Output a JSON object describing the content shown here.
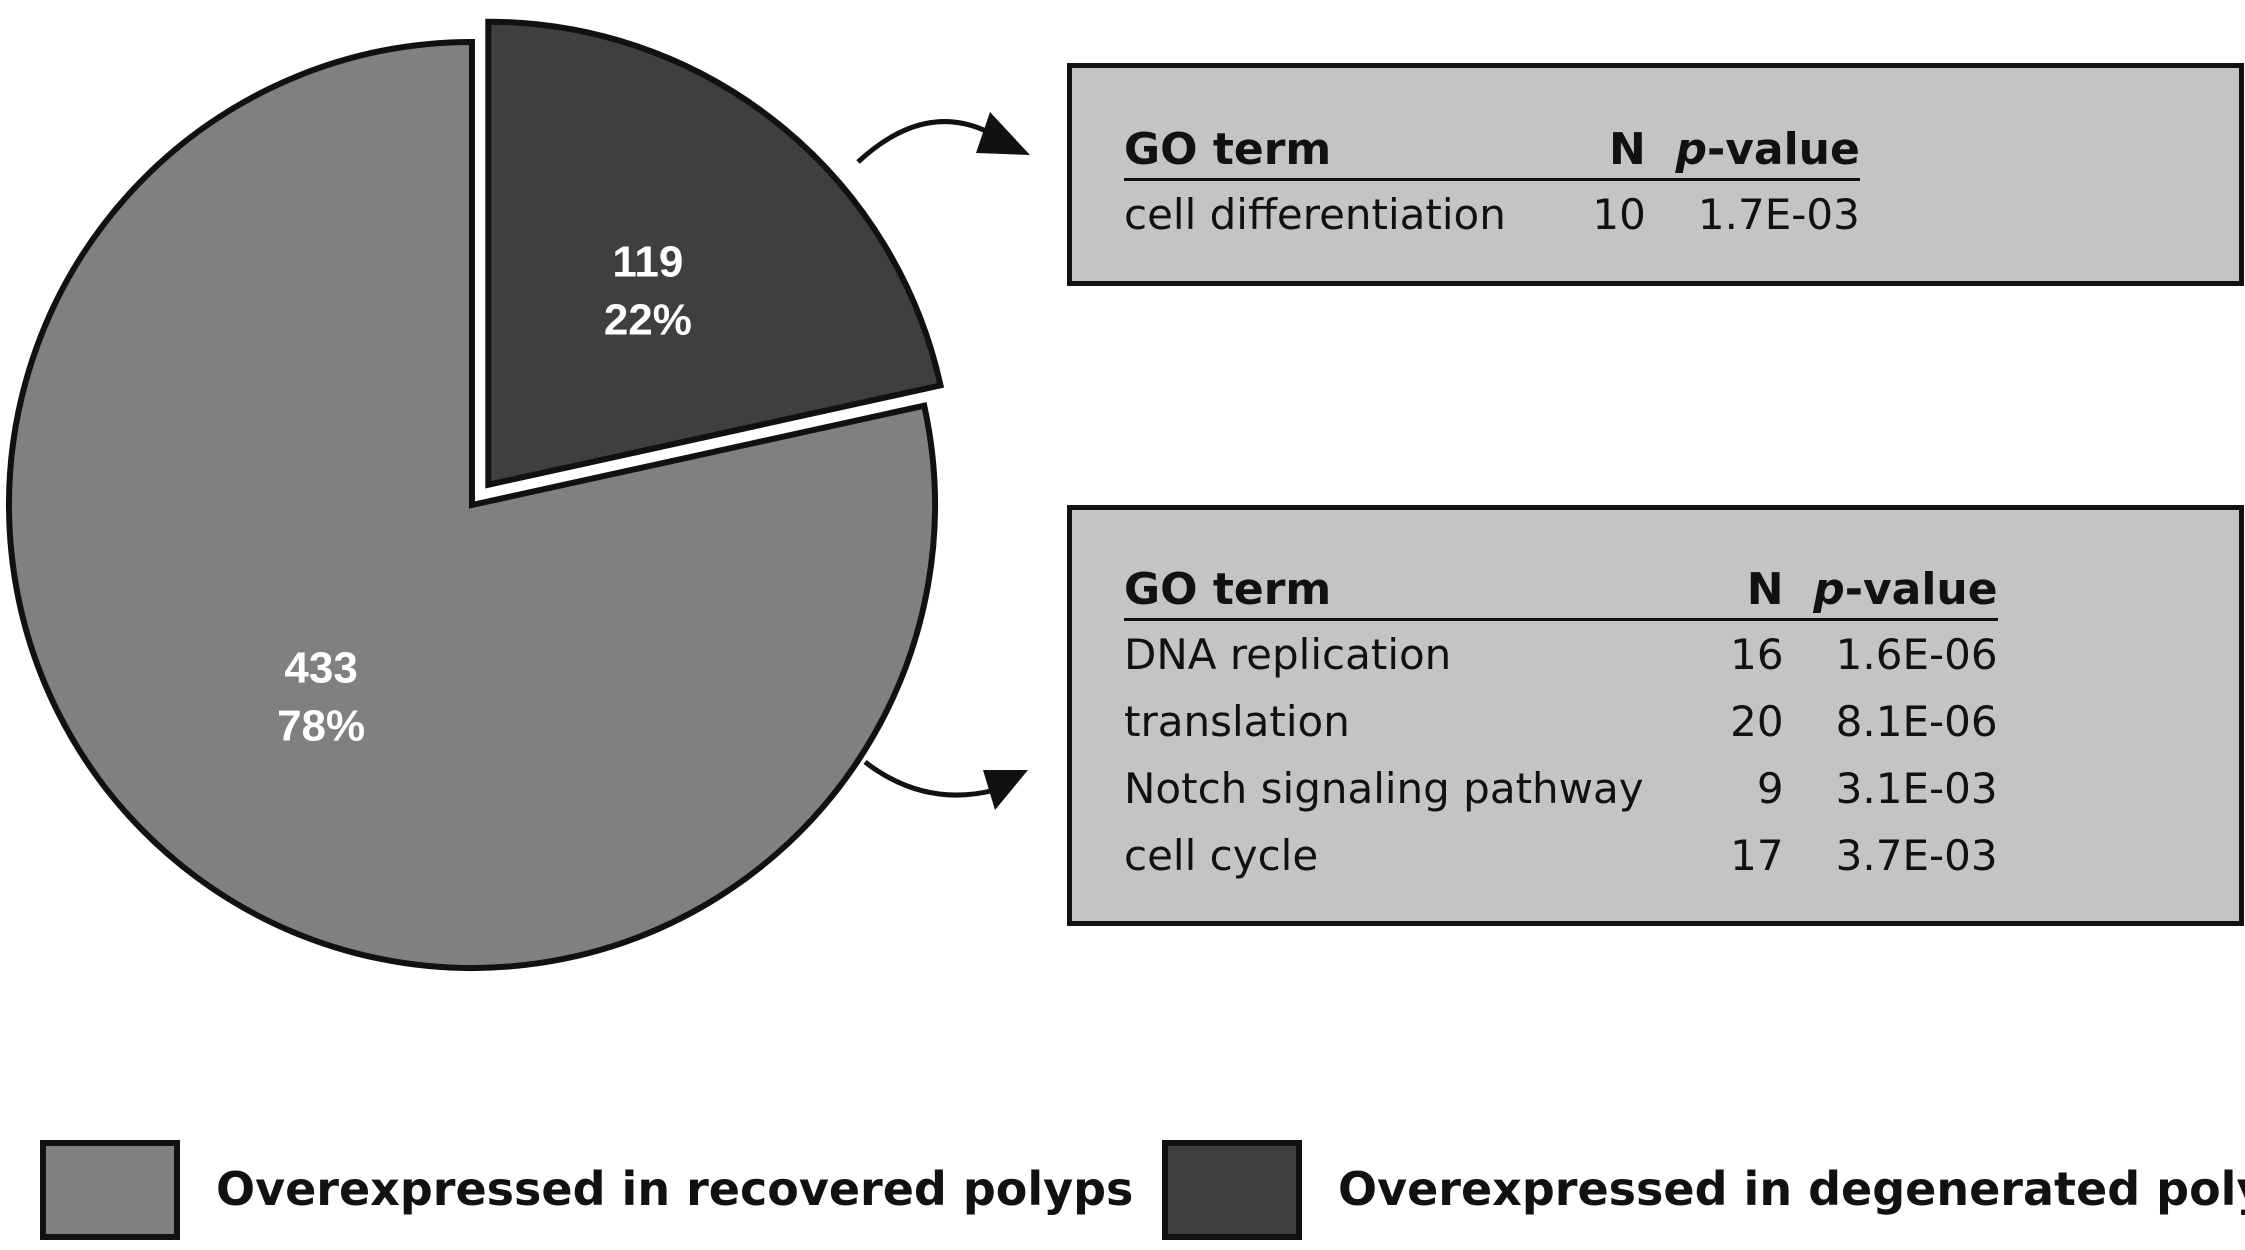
{
  "chart_data": {
    "type": "pie",
    "slices": [
      {
        "label": "Overexpressed in degenerated polyps",
        "count": "119",
        "percent_label": "22%",
        "value": 119,
        "color": "#3f3f3f",
        "exploded": true
      },
      {
        "label": "Overexpressed in recovered polyps",
        "count": "433",
        "percent_label": "78%",
        "value": 433,
        "color": "#808080",
        "exploded": false
      }
    ],
    "legend": {
      "placement": "bottom",
      "items": [
        {
          "label": "Overexpressed in recovered polyps",
          "color": "#808080"
        },
        {
          "label": "Overexpressed in degenerated polyps",
          "color": "#3f3f3f"
        }
      ]
    }
  },
  "tables": {
    "degenerated": {
      "header": {
        "term": "GO term",
        "n": "N",
        "p_prefix": "p",
        "p_suffix": "-value"
      },
      "rows": [
        {
          "term": "cell differentiation",
          "n": "10",
          "p": "1.7E-03"
        }
      ]
    },
    "recovered": {
      "header": {
        "term": "GO term",
        "n": "N",
        "p_prefix": "p",
        "p_suffix": "-value"
      },
      "rows": [
        {
          "term": "DNA replication",
          "n": "16",
          "p": "1.6E-06"
        },
        {
          "term": "translation",
          "n": "20",
          "p": "8.1E-06"
        },
        {
          "term": "Notch signaling pathway",
          "n": "9",
          "p": "3.1E-03"
        },
        {
          "term": "cell cycle",
          "n": "17",
          "p": "3.7E-03"
        }
      ]
    }
  },
  "colors": {
    "box_fill": "#c4c4c4",
    "outline": "#111111",
    "slice_text": "#ffffff"
  }
}
